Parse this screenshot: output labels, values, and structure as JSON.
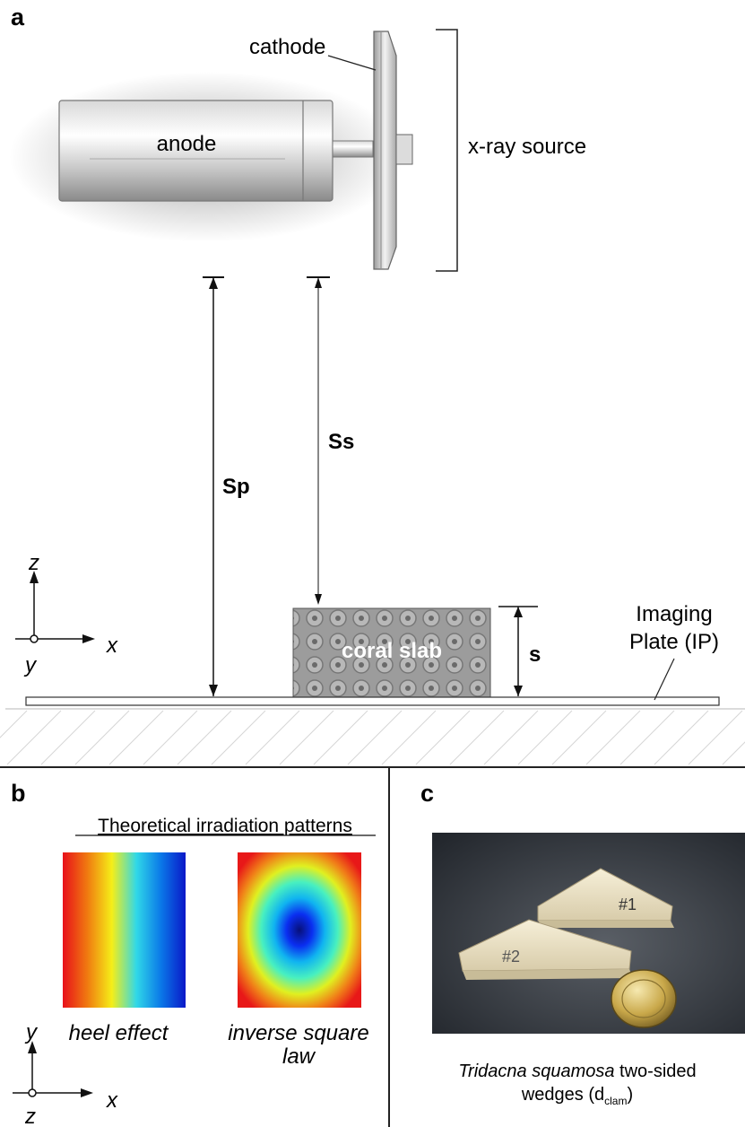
{
  "panel_a": {
    "letter": "a",
    "labels": {
      "cathode": "cathode",
      "anode": "anode",
      "xray_source": "x-ray source",
      "sp": "Sp",
      "ss": "Ss",
      "s": "s",
      "coral_slab": "coral slab",
      "imaging_plate_line1": "Imaging",
      "imaging_plate_line2": "Plate (IP)"
    },
    "axes": {
      "z": "z",
      "x": "x",
      "y": "y"
    }
  },
  "panel_b": {
    "letter": "b",
    "title": "Theoretical irradiation patterns",
    "patterns": [
      {
        "caption": "heel effect",
        "colors": [
          "#e8101a",
          "#f07a10",
          "#f5ee18",
          "#30d8e8",
          "#0a78e8",
          "#0a18c8"
        ]
      },
      {
        "caption_line1": "inverse square",
        "caption_line2": "law",
        "colors": [
          "#08107a",
          "#0a2ef0",
          "#10b4f0",
          "#48f0c0",
          "#e0f020",
          "#f08018",
          "#e81818"
        ]
      }
    ],
    "axes": {
      "y": "y",
      "x": "x",
      "z": "z"
    }
  },
  "panel_c": {
    "letter": "c",
    "photo_labels": {
      "wedge1": "#1",
      "wedge2": "#2"
    },
    "caption": {
      "species": "Tridacna squamosa",
      "rest": " two-sided",
      "line2": "wedges (d",
      "sub": "clam",
      "close": ")"
    }
  }
}
